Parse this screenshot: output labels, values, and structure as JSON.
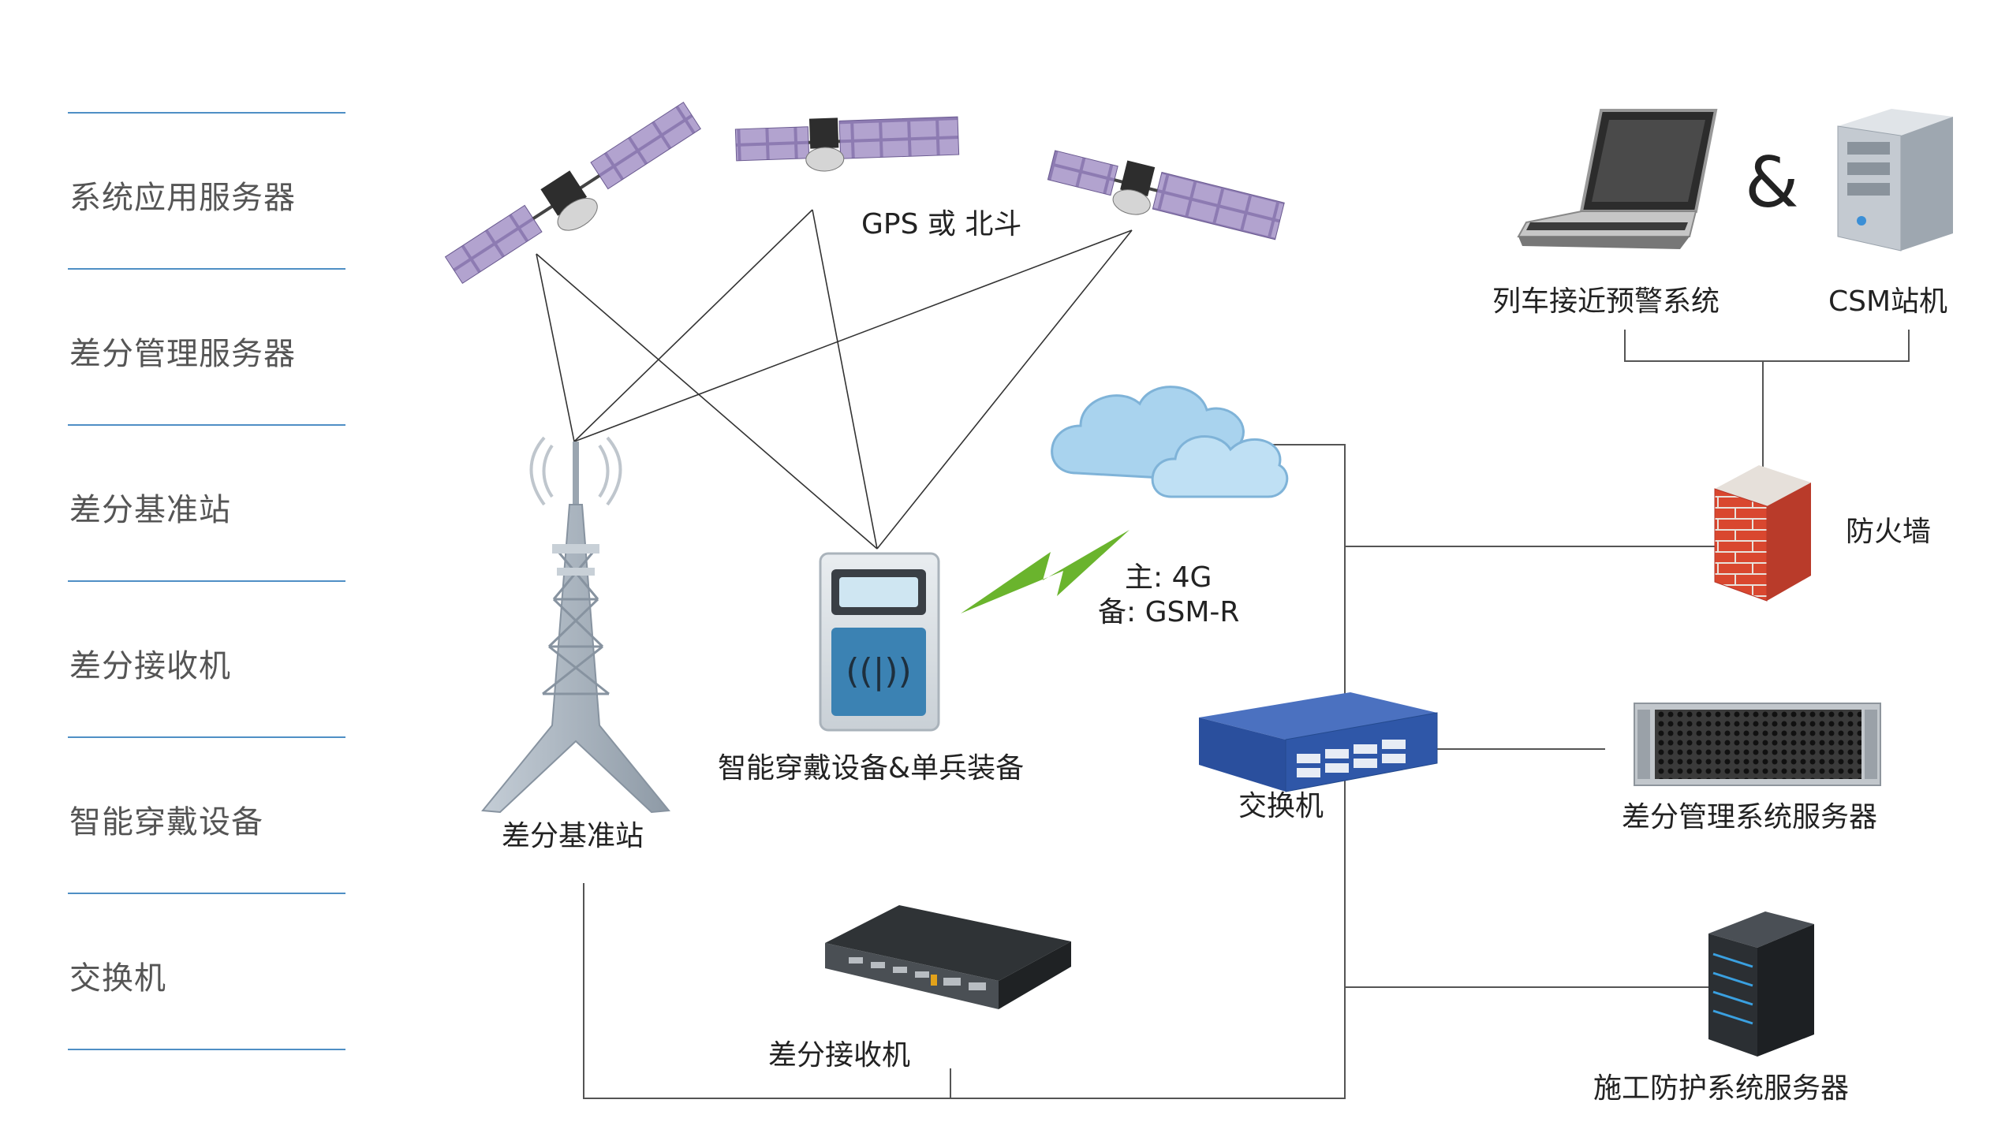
{
  "sidebar": {
    "items": [
      {
        "label": "系统应用服务器"
      },
      {
        "label": "差分管理服务器"
      },
      {
        "label": "差分基准站"
      },
      {
        "label": "差分接收机"
      },
      {
        "label": "智能穿戴设备"
      },
      {
        "label": "交换机"
      }
    ]
  },
  "diagram": {
    "satellites_label": "GPS 或 北斗",
    "ampersand": "&",
    "warning_system_label": "列车接近预警系统",
    "csm_label": "CSM站机",
    "firewall_label": "防火墙",
    "network_primary": "主: 4G",
    "network_backup": "备: GSM-R",
    "base_station_label": "差分基准站",
    "wearable_label": "智能穿戴设备&单兵装备",
    "switch_label": "交换机",
    "mgmt_server_label": "差分管理系统服务器",
    "receiver_label": "差分接收机",
    "construction_server_label": "施工防护系统服务器"
  },
  "colors": {
    "accent_line": "#4f8fc5",
    "lightning": "#6ab42d",
    "cloud": "#a9d3ee",
    "firewall_brick": "#d9472f",
    "switch_body": "#2f57a8",
    "satellite_panel": "#7c6aa0"
  }
}
